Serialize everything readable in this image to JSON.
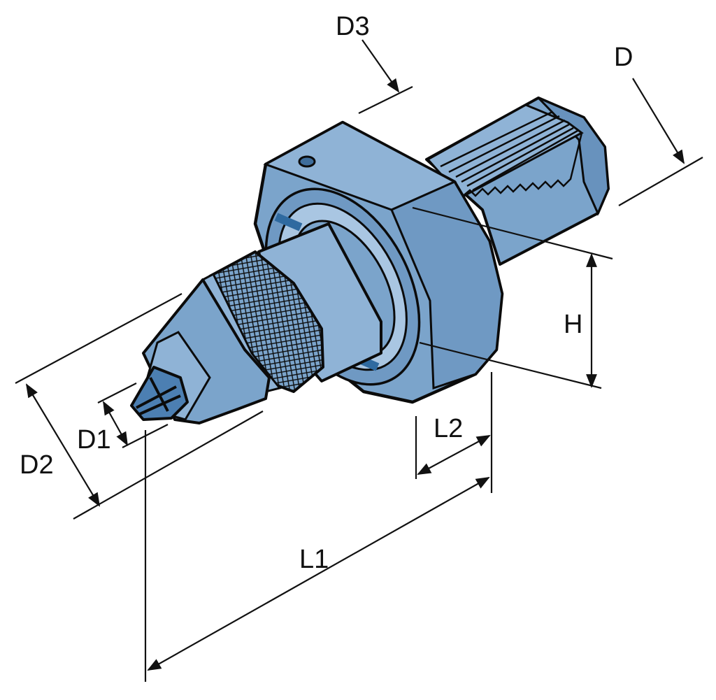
{
  "title": "",
  "dimension_labels": {
    "d3": "D3",
    "d": "D",
    "h": "H",
    "d1": "D1",
    "d2": "D2",
    "l2": "L2",
    "l1": "L1"
  },
  "colors": {
    "body": "#7ba4cb",
    "body_dark": "#5e8ab6",
    "body_light": "#a9c6e2",
    "outline": "#0b0b0b",
    "dimension_line": "#111111",
    "background": "#ffffff"
  }
}
